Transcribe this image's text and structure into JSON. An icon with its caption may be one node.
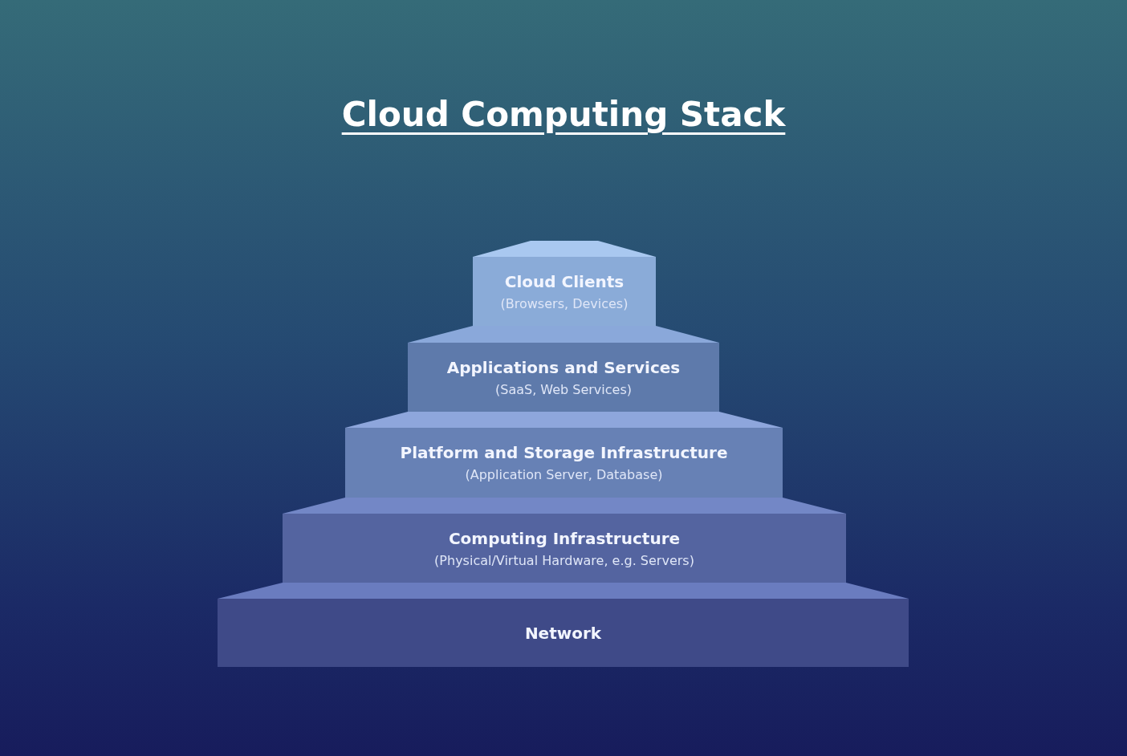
{
  "diagram": {
    "title": "Cloud Computing Stack",
    "nodes": [
      {
        "text": [
          "Cloud Clients",
          "(Browsers, Devices)"
        ]
      },
      {
        "text": [
          "Applications and Services",
          "(SaaS, Web Services)"
        ]
      },
      {
        "text": [
          "Platform and Storage Infrastructure",
          "(Application Server, Database)"
        ]
      },
      {
        "text": [
          "Computing Infrastructure",
          "(Physical/Virtual Hardware, e.g. Servers)"
        ]
      },
      {
        "text": [
          "Network"
        ]
      }
    ]
  }
}
